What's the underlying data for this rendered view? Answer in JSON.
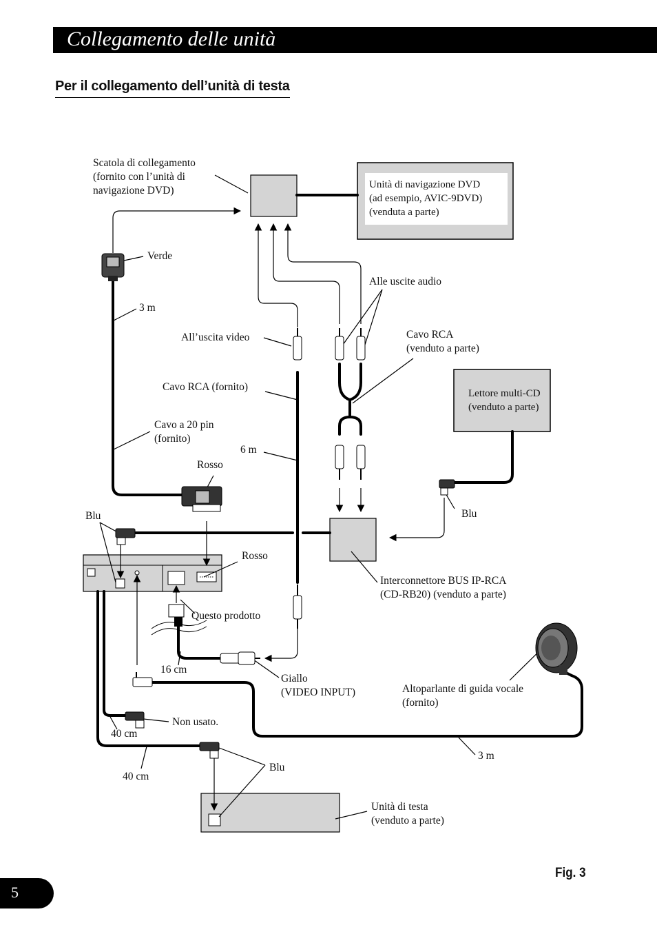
{
  "header": {
    "title": "Collegamento delle unità",
    "subtitle": "Per il collegamento dell’unità di testa"
  },
  "labels": {
    "junction_box": [
      "Scatola di collegamento",
      "(fornito con l’unità di",
      "navigazione DVD)"
    ],
    "dvd_nav": [
      "Unità di navigazione DVD",
      "(ad esempio, AVIC-9DVD)",
      "(venduta a parte)"
    ],
    "verde": "Verde",
    "len_3m_top": "3 m",
    "audio_out": "Alle uscite audio",
    "video_out": "All’uscita video",
    "rca_cable": [
      "Cavo RCA",
      "(venduto a parte)"
    ],
    "rca_supplied": "Cavo RCA (fornito)",
    "multi_cd": [
      "Lettore multi-CD",
      "(venduto a parte)"
    ],
    "pin20": [
      "Cavo a 20 pin",
      "(fornito)"
    ],
    "len_6m": "6 m",
    "rosso_top": "Rosso",
    "blu_left": "Blu",
    "blu_right": "Blu",
    "rosso_mid": "Rosso",
    "bus_ip": [
      "Interconnettore BUS IP-RCA",
      "(CD-RB20) (venduto a parte)"
    ],
    "product": "Questo prodotto",
    "len_16cm": "16 cm",
    "giallo": [
      "Giallo",
      "(VIDEO INPUT)"
    ],
    "speaker": [
      "Altoparlante di guida vocale",
      "(fornito)"
    ],
    "non_usato": "Non usato.",
    "len_40cm_a": "40 cm",
    "len_40cm_b": "40 cm",
    "len_3m_bottom": "3 m",
    "blu_bottom": "Blu",
    "head_unit": [
      "Unità di testa",
      "(venduto a parte)"
    ]
  },
  "footer": {
    "fig": "Fig. 3",
    "page": "5"
  },
  "colors": {
    "box_fill": "#d4d4d4",
    "title_bg": "#000000"
  }
}
